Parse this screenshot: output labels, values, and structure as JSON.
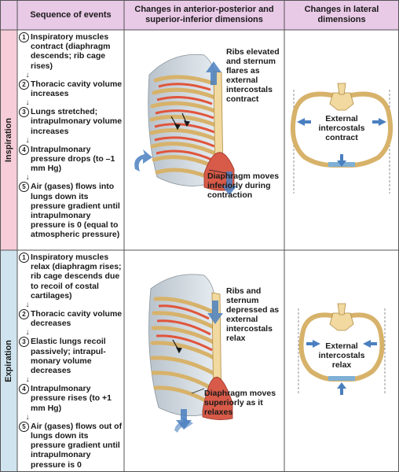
{
  "headers": {
    "sequence": "Sequence of events",
    "ap_si": "Changes in anterior-posterior and superior-inferior dimensions",
    "lateral": "Changes in lateral dimensions"
  },
  "inspiration": {
    "label": "Inspiration",
    "steps": [
      {
        "num": "1",
        "text": "Inspiratory muscles contract (diaphragm descends; rib cage rises)"
      },
      {
        "num": "2",
        "text": "Thoracic cavity volume increases"
      },
      {
        "num": "3",
        "text": "Lungs stretched; intrapulmonary volume increases"
      },
      {
        "num": "4",
        "text": "Intrapulmonary pressure drops (to –1 mm Hg)"
      },
      {
        "num": "5",
        "text": "Air (gases) flows into lungs down its pressure gradient until intrapulmonary pressure is 0 (equal to atmospheric pressure)"
      }
    ],
    "ribs_label": "Ribs elevated and sternum flares as external intercostals contract",
    "diaphragm_label": "Diaphragm moves inferiorly during contraction",
    "lateral_label": "External intercostals contract"
  },
  "expiration": {
    "label": "Expiration",
    "steps": [
      {
        "num": "1",
        "text": "Inspiratory muscles relax (diaphragm rises; rib cage descends due to recoil of costal cartilages)"
      },
      {
        "num": "2",
        "text": "Thoracic cavity volume decreases"
      },
      {
        "num": "3",
        "text": "Elastic lungs recoil passively; intrapul-monary volume decreases"
      },
      {
        "num": "4",
        "text": "Intrapulmonary pressure rises (to +1 mm Hg)"
      },
      {
        "num": "5",
        "text": "Air (gases) flows out of lungs down its pressure gradient until intrapulmonary pressure is 0"
      }
    ],
    "ribs_label": "Ribs and sternum depressed as external intercostals relax",
    "diaphragm_label": "Diaphragm moves superiorly as it relaxes",
    "lateral_label": "External intercostals relax"
  },
  "colors": {
    "header_bg": "#e8c9e6",
    "inspiration_bg": "#f6cdd8",
    "expiration_bg": "#cfe4ee",
    "border": "#555555",
    "bone": "#f1d9a0",
    "bone_stroke": "#b08a40",
    "muscle": "#e0553c",
    "arrow": "#4a7fc0"
  }
}
